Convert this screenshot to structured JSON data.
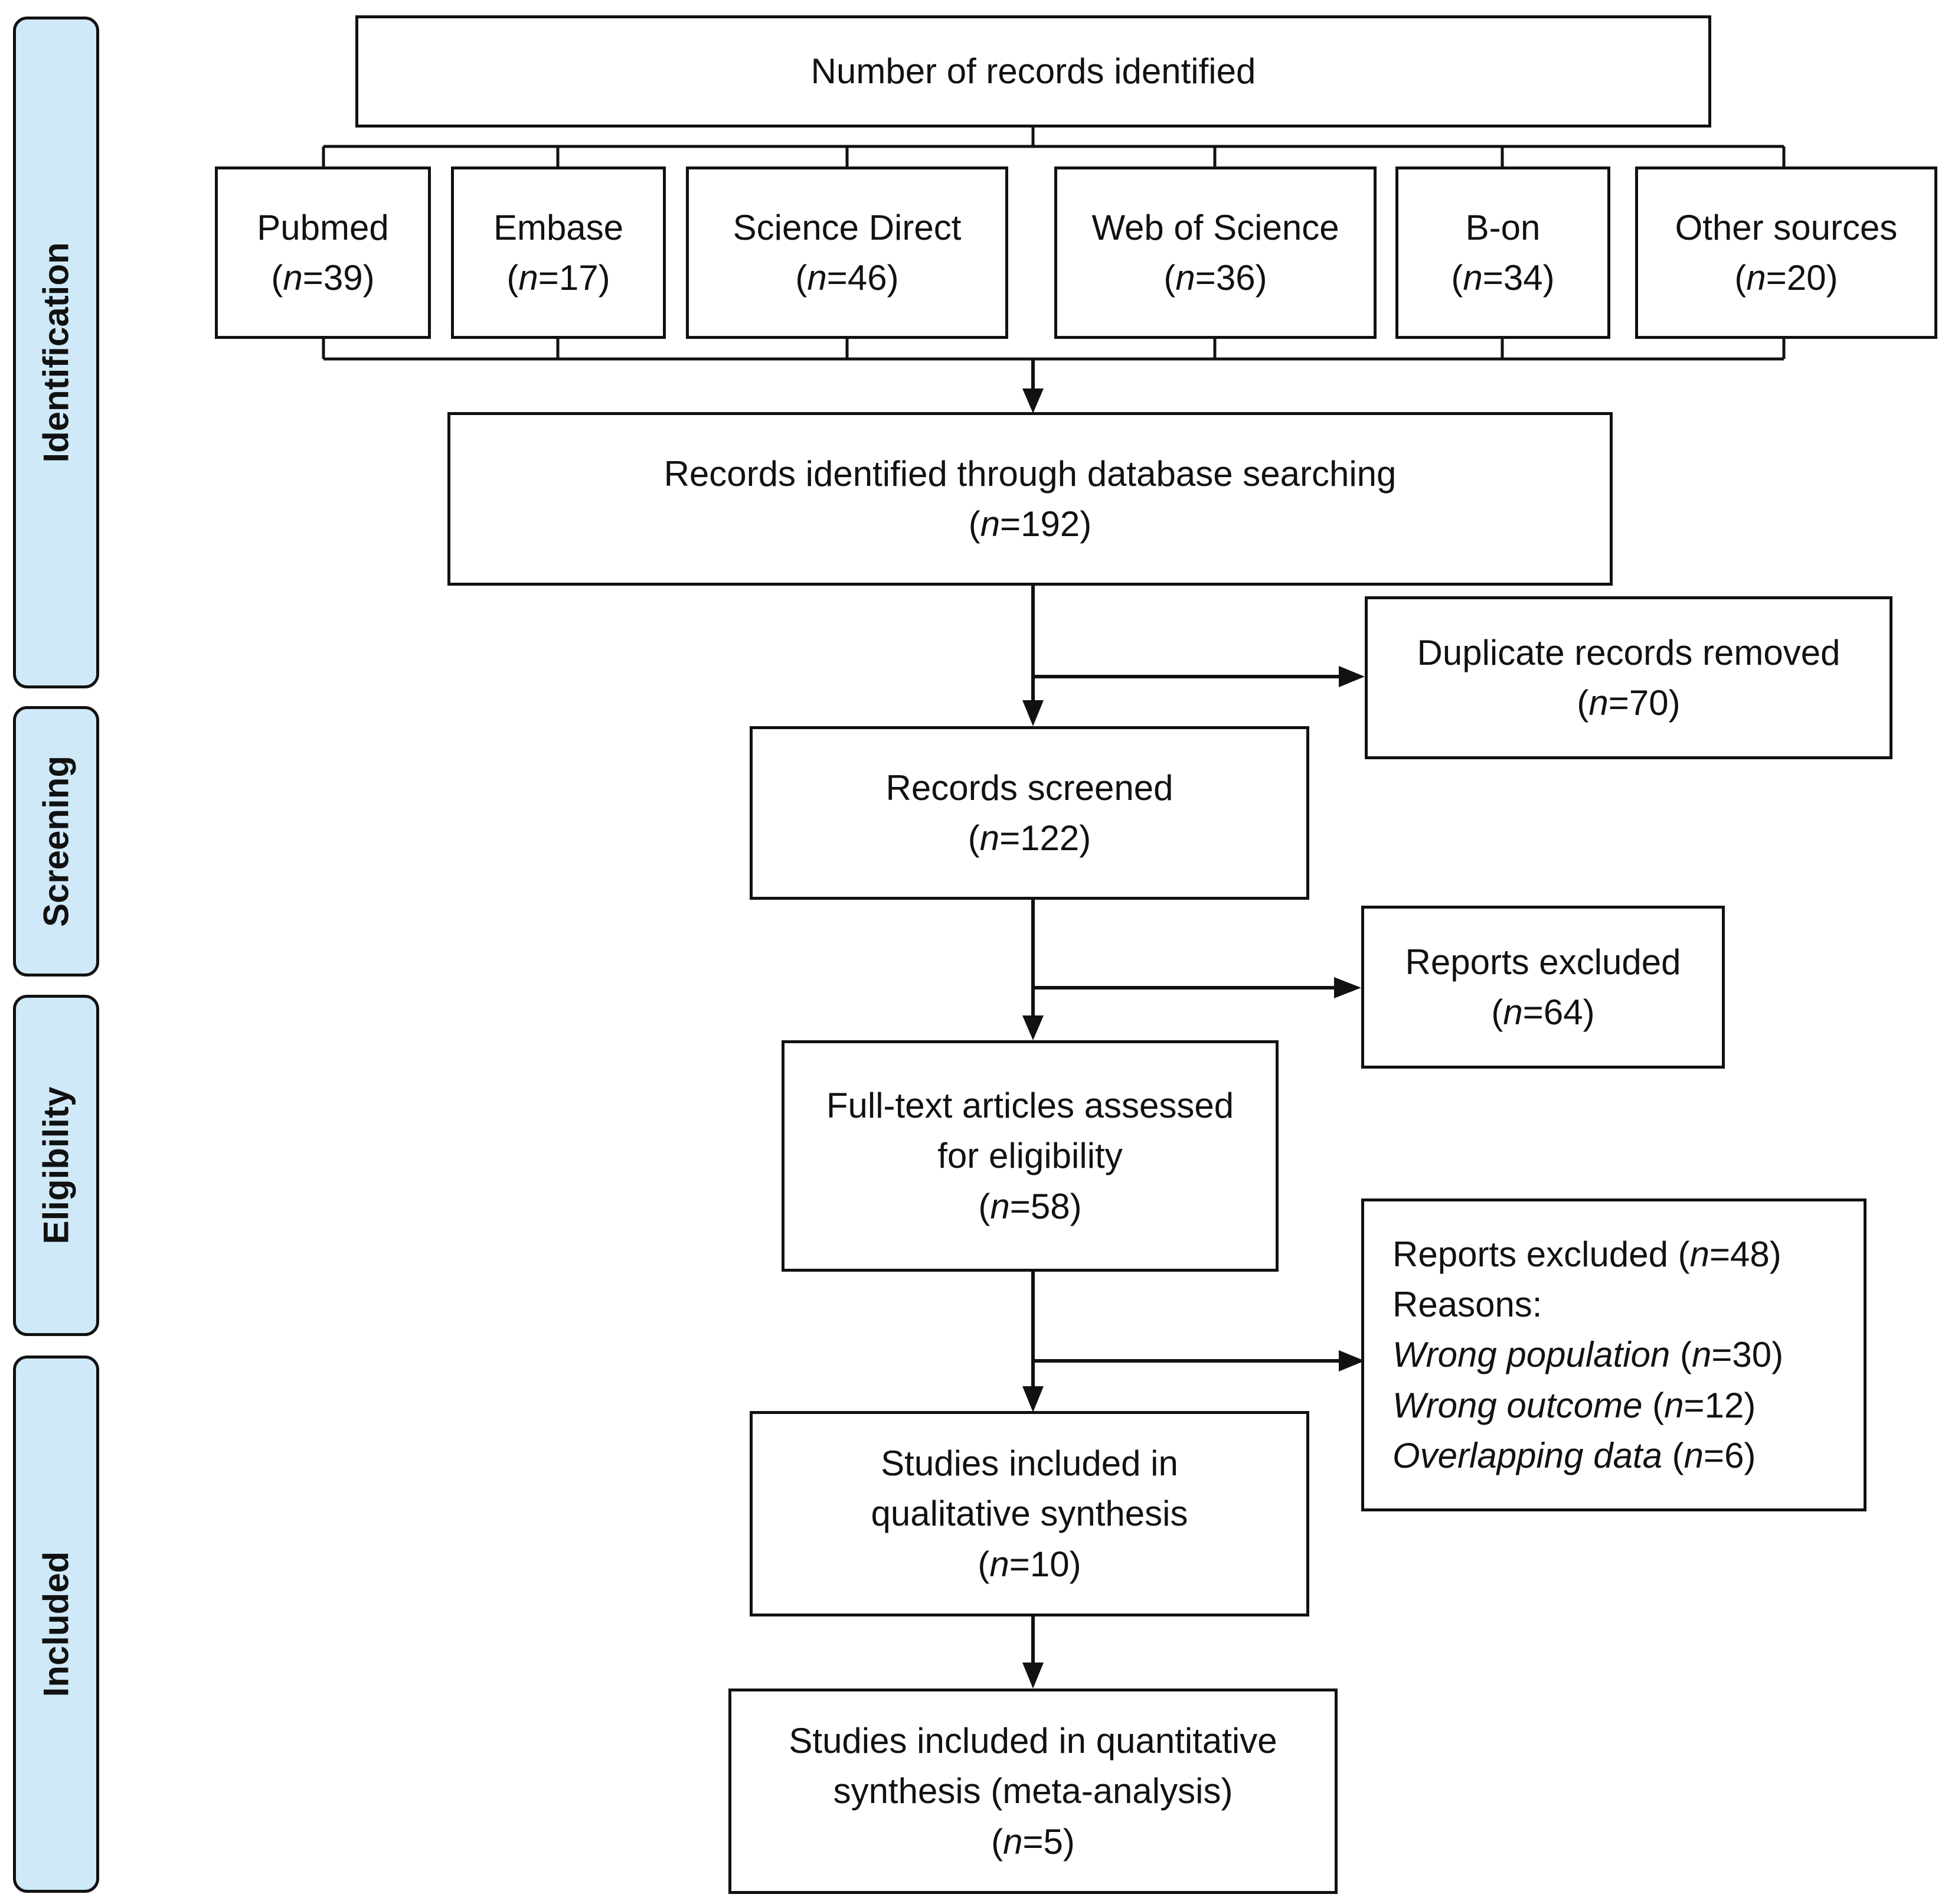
{
  "phases": {
    "identification": "Identification",
    "screening": "Screening",
    "eligibility": "Eligibility",
    "included": "Included"
  },
  "n_symbol": "n",
  "top_box": {
    "label": "Number of records identified"
  },
  "sources": [
    {
      "name": "Pubmed",
      "n": "39"
    },
    {
      "name": "Embase",
      "n": "17"
    },
    {
      "name": "Science Direct",
      "n": "46"
    },
    {
      "name": "Web of Science",
      "n": "36"
    },
    {
      "name": "B-on",
      "n": "34"
    },
    {
      "name": "Other sources",
      "n": "20"
    }
  ],
  "identified": {
    "label": "Records identified through database searching",
    "n": "192"
  },
  "duplicates": {
    "label": "Duplicate records removed",
    "n": "70"
  },
  "screened": {
    "label": "Records screened",
    "n": "122"
  },
  "excluded_screen": {
    "label": "Reports excluded",
    "n": "64"
  },
  "fulltext": {
    "line1": "Full-text articles assessed",
    "line2": "for eligibility",
    "n": "58"
  },
  "excluded_full": {
    "label": "Reports excluded",
    "n": "48",
    "reasons_label": "Reasons:",
    "reasons": [
      {
        "text": "Wrong population",
        "n": "30"
      },
      {
        "text": "Wrong outcome",
        "n": "12"
      },
      {
        "text": "Overlapping data",
        "n": "6"
      }
    ]
  },
  "qualitative": {
    "line1": "Studies included in",
    "line2": "qualitative synthesis",
    "n": "10"
  },
  "quantitative": {
    "line1": "Studies included in quantitative",
    "line2": "synthesis (meta-analysis)",
    "n": "5"
  }
}
